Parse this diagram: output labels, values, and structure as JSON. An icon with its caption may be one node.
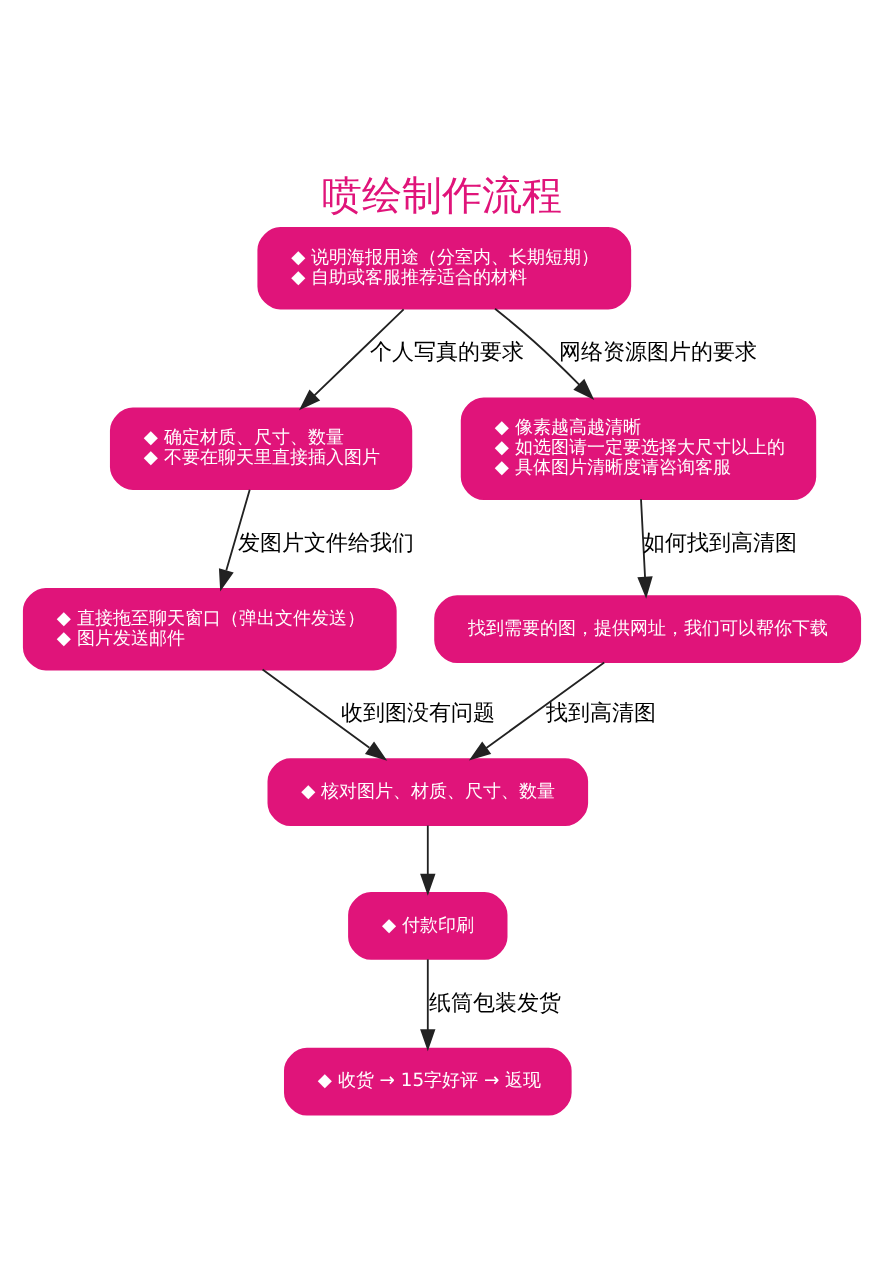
{
  "diagram": {
    "title": "喷绘制作流程",
    "nodes": [
      {
        "text": [
          "◆ 说明海报用途（分室内、长期短期）",
          "◆ 自助或客服推荐适合的材料"
        ]
      },
      {
        "text": [
          "◆ 确定材质、尺寸、数量",
          "◆ 不要在聊天里直接插入图片"
        ]
      },
      {
        "text": [
          "◆ 像素越高越清晰",
          "◆ 如选图请一定要选择大尺寸以上的",
          "◆ 具体图片清晰度请咨询客服"
        ]
      },
      {
        "text": [
          "◆ 直接拖至聊天窗口（弹出文件发送）",
          "◆ 图片发送邮件"
        ]
      },
      {
        "text": [
          "找到需要的图，提供网址，我们可以帮你下载"
        ]
      },
      {
        "text": [
          "◆ 核对图片、材质、尺寸、数量"
        ]
      },
      {
        "text": [
          "◆ 付款印刷"
        ]
      },
      {
        "text": [
          "◆ 收货 → 15字好评 → 返现"
        ]
      }
    ],
    "edges": [
      {
        "from": 0,
        "to": 1,
        "arrow": "to",
        "label": "个人写真的要求"
      },
      {
        "from": 0,
        "to": 2,
        "arrow": "to",
        "label": "网络资源图片的要求"
      },
      {
        "from": 1,
        "to": 3,
        "arrow": "to",
        "label": "发图片文件给我们"
      },
      {
        "from": 2,
        "to": 4,
        "arrow": "to",
        "label": "如何找到高清图"
      },
      {
        "from": 3,
        "to": 5,
        "arrow": "to",
        "label": "收到图没有问题"
      },
      {
        "from": 4,
        "to": 5,
        "arrow": "to",
        "label": "找到高清图"
      },
      {
        "from": 5,
        "to": 6,
        "arrow": "to"
      },
      {
        "from": 6,
        "to": 7,
        "arrow": "to",
        "label": "纸筒包装发货"
      }
    ]
  }
}
